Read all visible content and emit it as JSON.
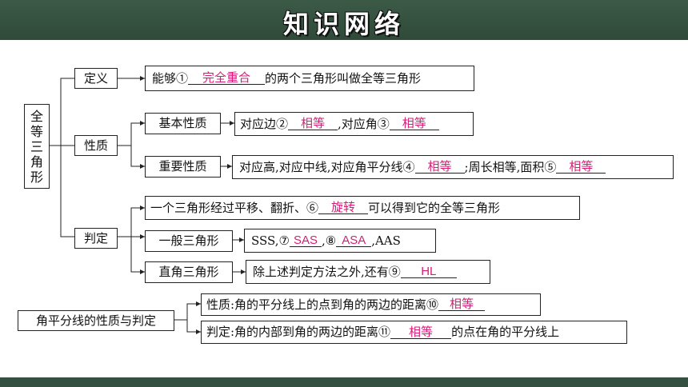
{
  "header": {
    "title": "知识网络"
  },
  "root": {
    "chars": [
      "全",
      "等",
      "三",
      "角",
      "形"
    ]
  },
  "definition": {
    "label": "定义",
    "prefix": "能够①",
    "answer": "完全重合",
    "suffix": "的两个三角形叫做全等三角形"
  },
  "properties": {
    "label": "性质",
    "basic": {
      "label": "基本性质",
      "t1": "对应边②",
      "a1": "相等",
      "t2": ",对应角③",
      "a2": "相等"
    },
    "important": {
      "label": "重要性质",
      "t1": "对应高,对应中线,对应角平分线④",
      "a1": "相等",
      "t2": ";周长相等,面积⑤",
      "a2": "相等"
    }
  },
  "judgement": {
    "label": "判定",
    "transform": {
      "t1": "一个三角形经过平移、翻折、⑥",
      "a1": "旋转",
      "t2": "可以得到它的全等三角形"
    },
    "general": {
      "label": "一般三角形",
      "t1": "SSS,⑦",
      "a1": "SAS",
      "t2": ",⑧",
      "a2": "ASA",
      "t3": ",AAS"
    },
    "right": {
      "label": "直角三角形",
      "t1": "除上述判定方法之外,还有⑨",
      "a1": "HL"
    }
  },
  "bisector": {
    "label": "角平分线的性质与判定",
    "property": {
      "t1": "性质:角的平分线上的点到角的两边的距离⑩",
      "a1": "相等"
    },
    "judgement": {
      "t1": "判定:角的内部到角的两边的距离⑪",
      "a1": "相等",
      "t2": "的点在角的平分线上"
    }
  }
}
